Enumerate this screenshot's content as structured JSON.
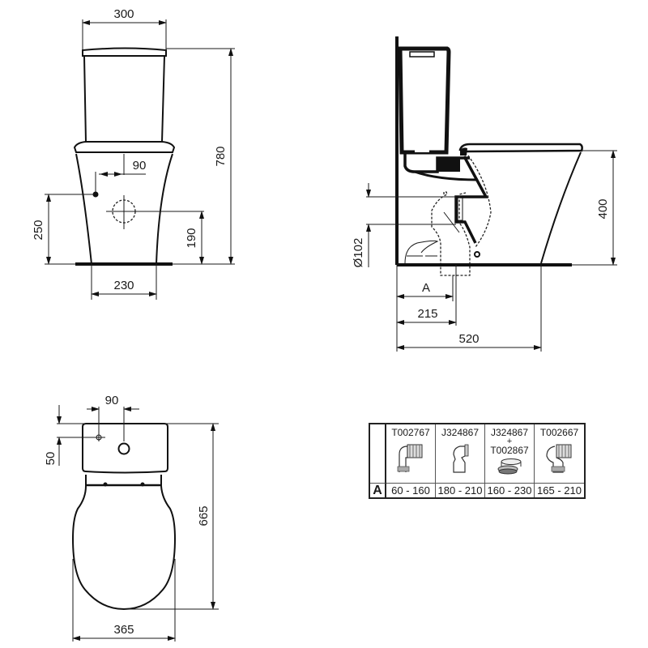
{
  "drawing": {
    "front_view": {
      "cistern_width": "300",
      "overall_height": "780",
      "inlet_offset": "90",
      "inlet_height": "250",
      "outlet_height": "190",
      "base_width": "230"
    },
    "side_view": {
      "outlet_diameter": "Ø102",
      "seat_height": "400",
      "dim_a": "A",
      "outlet_distance": "215",
      "overall_depth": "520"
    },
    "top_view": {
      "inlet_offset": "90",
      "inlet_from_back": "50",
      "overall_length": "665",
      "bowl_width": "365"
    }
  },
  "connector_table": {
    "row_label": "A",
    "columns": [
      {
        "code": "T002767",
        "code2": "",
        "icon": "90-degree-pan-connector-icon",
        "range": "60 - 160"
      },
      {
        "code": "J324867",
        "code2": "",
        "icon": "offset-pan-connector-icon",
        "range": "180 - 210"
      },
      {
        "code": "J324867",
        "code2": "T002867",
        "plus": "+",
        "icon": "extension-collar-icon",
        "range": "160 - 230"
      },
      {
        "code": "T002667",
        "code2": "",
        "icon": "swivel-pan-connector-icon",
        "range": "165 - 210"
      }
    ]
  }
}
